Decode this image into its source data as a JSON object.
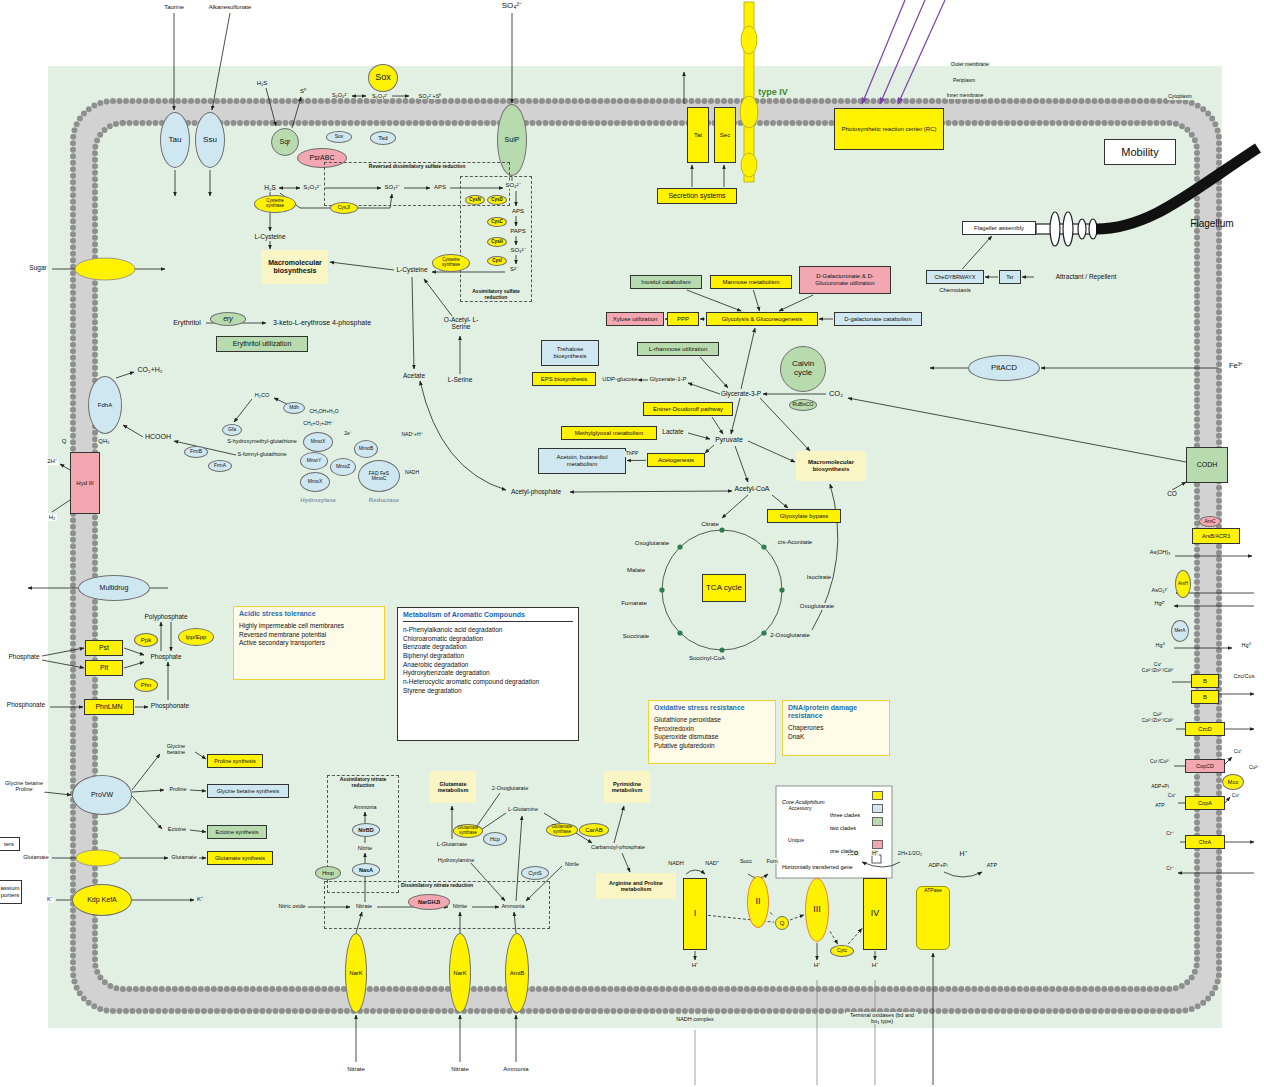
{
  "diagram": {
    "nodes": [
      {
        "text": [
          "Tau"
        ]
      },
      {
        "text": [
          "Ssu"
        ]
      },
      {
        "text": [
          "Sqr"
        ]
      },
      {
        "text": [
          "Sox"
        ]
      },
      {
        "text": [
          "Sox"
        ]
      },
      {
        "text": [
          "Tsd"
        ]
      },
      {
        "text": [
          "SulP"
        ]
      },
      {
        "text": [
          "Tat"
        ]
      },
      {
        "text": [
          "Sec"
        ]
      },
      {
        "text": [
          "Photosynthetic reaction center (RC)"
        ]
      },
      {
        "text": [
          "Secretion systems"
        ]
      },
      {
        "text": [
          "PsrABC"
        ]
      },
      {
        "text": [
          "Reversed dissimilatory sulfate reduction"
        ]
      },
      {
        "text": [
          "Cysteine synthase"
        ]
      },
      {
        "text": [
          "CysJI"
        ]
      },
      {
        "text": [
          "Assimilatory sulfate reduction"
        ]
      },
      {
        "text": [
          "CysN"
        ],
        "in": 15
      },
      {
        "text": [
          "CysD"
        ],
        "in": 15
      },
      {
        "text": [
          "CysC"
        ],
        "in": 15
      },
      {
        "text": [
          "CysH"
        ],
        "in": 15
      },
      {
        "text": [
          "CysI"
        ],
        "in": 15
      },
      {
        "text": [
          "Macromolecular biosynthesis"
        ]
      },
      {
        "text": [
          "Cysteine synthase"
        ]
      },
      {
        "text": [
          "ery"
        ]
      },
      {
        "text": [
          "Erythritol utilization"
        ]
      },
      {
        "text": [
          "FdhA"
        ]
      },
      {
        "text": [
          "Hyd III"
        ]
      },
      {
        "text": [
          "Mdh"
        ]
      },
      {
        "text": [
          "Gfa"
        ]
      },
      {
        "text": [
          "FrmB"
        ]
      },
      {
        "text": [
          "FrmA"
        ]
      },
      {
        "text": [
          "MmoX"
        ]
      },
      {
        "text": [
          "MmoY"
        ]
      },
      {
        "text": [
          "MmoX"
        ]
      },
      {
        "text": [
          "MmoB"
        ]
      },
      {
        "text": [
          "MmoZ"
        ]
      },
      {
        "text": [
          "FAD FeS MmoC"
        ]
      },
      {
        "text": [
          "Multidrug"
        ]
      },
      {
        "text": [
          "Pst"
        ]
      },
      {
        "text": [
          "Pit"
        ]
      },
      {
        "text": [
          "Ppk"
        ]
      },
      {
        "text": [
          "Ipp/Epp"
        ]
      },
      {
        "text": [
          "Phn"
        ]
      },
      {
        "text": [
          "PhnLMN"
        ]
      },
      {
        "text": [
          "Acidic stress tolerance",
          "Highly impermeable cell membranes",
          "Reversed membrane potential",
          "Active secondary transporters"
        ]
      },
      {
        "text": [
          "Metabolism of Aromatic Compounds",
          "n-Phenylalkanoic acid degradation",
          "Chloroaromatic degradation",
          "Benzoate degradation",
          "Biphenyl degradation",
          "Anaerobic degradation",
          "Hydroxybenzoate degradation",
          "n-Heterocyclic aromatic compound degradation",
          "Styrene degradation"
        ]
      },
      {
        "text": [
          "ProVW"
        ]
      },
      {
        "text": [
          "Proline synthesis"
        ]
      },
      {
        "text": [
          "Glycine betaine synthesis"
        ]
      },
      {
        "text": [
          "Ectoine synthesis"
        ]
      },
      {
        "text": [
          "Glutamate synthesis"
        ]
      },
      {
        "text": [
          "ters"
        ]
      },
      {
        "text": [
          "Kdp KefA"
        ]
      },
      {
        "text": [
          "assium porters"
        ]
      },
      {
        "text": [
          "Assimilatory nitrate reduction"
        ]
      },
      {
        "text": [
          "NirBD"
        ],
        "in": 54
      },
      {
        "text": [
          "NasA"
        ],
        "in": 54
      },
      {
        "text": [
          "Dissimilatory nitrate reduction"
        ]
      },
      {
        "text": [
          "Hmp"
        ]
      },
      {
        "text": [
          "NarGHJI"
        ],
        "in": 57
      },
      {
        "text": [
          "Hcp"
        ]
      },
      {
        "text": [
          "CynS"
        ]
      },
      {
        "text": [
          "NarK"
        ]
      },
      {
        "text": [
          "NarK"
        ]
      },
      {
        "text": [
          "AmtB"
        ]
      },
      {
        "text": [
          "Glutamate metabolism"
        ]
      },
      {
        "text": [
          "Glutamate synthase"
        ]
      },
      {
        "text": [
          "Glutamate synthase"
        ]
      },
      {
        "text": [
          "CarAB"
        ]
      },
      {
        "text": [
          "Pyrimidine metabolism"
        ]
      },
      {
        "text": [
          "Arginine and Proline metabolism"
        ]
      },
      {
        "text": [
          "Inositol catabolism"
        ]
      },
      {
        "text": [
          "Mannose metabolism"
        ]
      },
      {
        "text": [
          "D-Galacturonate & D-Glucuronate utilization"
        ]
      },
      {
        "text": [
          "Xylose utilization"
        ]
      },
      {
        "text": [
          "PPP"
        ]
      },
      {
        "text": [
          "Glycolysis & Gluconeogenesis"
        ]
      },
      {
        "text": [
          "D-galactonate catabolism"
        ]
      },
      {
        "text": [
          "Trehalose biosynthesis"
        ]
      },
      {
        "text": [
          "L-rhamnose utilization"
        ]
      },
      {
        "text": [
          "Calvin cycle"
        ]
      },
      {
        "text": [
          "EPS biosynthesis"
        ]
      },
      {
        "text": [
          "RuBisCO"
        ]
      },
      {
        "text": [
          "Entner-Doudoroff pathway"
        ]
      },
      {
        "text": [
          "Methylglyoxal metabolism"
        ]
      },
      {
        "text": [
          "Acetoin, butanediol metabolism"
        ]
      },
      {
        "text": [
          "Acetogenesis"
        ]
      },
      {
        "text": [
          "Macromolecular biosynthesis"
        ]
      },
      {
        "text": [
          "Glyoxylate bypass"
        ]
      },
      {
        "text": [
          "TCA cycle"
        ]
      },
      {
        "text": [
          "Mobility"
        ]
      },
      {
        "text": [
          "Flageller assembly"
        ]
      },
      {
        "text": [
          "CheDYBRWAYX"
        ]
      },
      {
        "text": [
          "Tsr"
        ]
      },
      {
        "text": [
          "PitACD"
        ]
      },
      {
        "text": [
          "CODH"
        ]
      },
      {
        "text": [
          "ArsC"
        ]
      },
      {
        "text": [
          "ArsB/ACR3"
        ]
      },
      {
        "text": [
          "ArsH"
        ]
      },
      {
        "text": [
          "MerA"
        ]
      },
      {
        "text": [
          "B"
        ]
      },
      {
        "text": [
          "B"
        ]
      },
      {
        "text": [
          "CzcD"
        ]
      },
      {
        "text": [
          "CopCD"
        ]
      },
      {
        "text": [
          "Mco"
        ]
      },
      {
        "text": [
          "CopA"
        ]
      },
      {
        "text": [
          "ChrA"
        ]
      },
      {
        "text": [
          "I"
        ]
      },
      {
        "text": [
          "II"
        ]
      },
      {
        "text": [
          "Q"
        ]
      },
      {
        "text": [
          "III"
        ]
      },
      {
        "text": [
          "IV"
        ]
      },
      {
        "text": [
          "Cytc"
        ]
      },
      {
        "text": [
          "ATPase"
        ]
      },
      {
        "text": [
          "Oxidative stress resistance",
          "Glutathione peroxidase",
          "Peroxiredoxin",
          "Superoxide dismutase",
          "Putative glutaredoxin"
        ]
      },
      {
        "text": [
          "DNA/protein damage resistance",
          "Chaperones",
          "DnaK"
        ]
      }
    ],
    "edges": [
      {
        "from": 75,
        "to": 74,
        "arrow": "to"
      },
      {
        "from": 76,
        "to": 75,
        "arrow": "to"
      },
      {
        "from": 77,
        "to": 76,
        "arrow": "to"
      },
      {
        "from": 71,
        "to": 76,
        "arrow": "to"
      },
      {
        "from": 72,
        "to": 76,
        "arrow": "to"
      },
      {
        "from": 73,
        "to": 76,
        "arrow": "to"
      },
      {
        "from": 86,
        "to": 85,
        "arrow": "to"
      },
      {
        "from": 93,
        "to": 92,
        "arrow": "to"
      },
      {
        "from": 92,
        "to": 91,
        "arrow": "to"
      },
      {
        "from": 107,
        "to": 109,
        "arrow": "none"
      },
      {
        "from": 108,
        "to": 109,
        "arrow": "none"
      },
      {
        "from": 109,
        "to": 110,
        "arrow": "to"
      },
      {
        "from": 110,
        "to": 112,
        "arrow": "to"
      },
      {
        "from": 112,
        "to": 111,
        "arrow": "to"
      }
    ],
    "labels": [
      "Taurine",
      "Alkanesulfonate",
      "SO₄²⁻",
      "Outer membrane",
      "Periplasm",
      "Inner membrane",
      "Cytoplasm",
      "type IV",
      "H₂S",
      "S⁰",
      "S₄O₆²⁻",
      "S₂O₃²⁻",
      "SO₄²⁻+S⁰",
      "H₂S",
      "S₂O₃²⁻",
      "SO₃²⁻",
      "APS",
      "SO₄²⁻",
      "APS",
      "PAPS",
      "SO₃²⁻",
      "S²⁻",
      "L-Cysteine",
      "L-Cysteine",
      "O-Acetyl- L-Serine",
      "L-Serine",
      "Acetate",
      "Erythritol",
      "3-keto-L-erythrose 4-phosphate",
      "CO₂+H₂",
      "HCOOH",
      "2H⁺",
      "Q",
      "QH₂",
      "H₂",
      "H₂CO",
      "S-hydroxymethyl-glutathione",
      "CH₃OH+H₂O",
      "CH₄+O₂+2H⁺",
      "2e⁻",
      "NAD⁺+H⁺",
      "NADH",
      "S-formyl-glutathione",
      "Hydroxylase",
      "Reductase",
      "Polyphosphate",
      "Phosphate",
      "Phosphate",
      "Phosphonate",
      "Phosphonate",
      "Glycine betaine",
      "Proline",
      "Ectoine",
      "Glutamate",
      "Glutamate",
      "Glycine betaine Proline",
      "K⁺",
      "K⁺",
      "Ammonia",
      "Nitrite",
      "Nitric oxide",
      "Nitrate",
      "Nitrite",
      "Ammonia",
      "Hydroxylamine",
      "L-Glutamate",
      "L-Glutamine",
      "2-Oxoglutarate",
      "Carbamoyl-phosphate",
      "Nitrile",
      "Nitrate",
      "Nitrate",
      "Ammonia",
      "Sugar",
      "Glycerate-3-P",
      "CO₂",
      "Glycerate-1-P",
      "UDP-glucose",
      "Pyruvate",
      "Lactate",
      "Acetyl-CoA",
      "ThPP",
      "Acetyl-phosphate",
      "CO",
      "Fe³⁺",
      "Attractant / Repellent",
      "Chemotaxis",
      "Flagellum",
      "Citrate",
      "cis-Aconitate",
      "Isocitrate",
      "Oxoglutarate",
      "2-Oxoglutarate",
      "Succinyl-CoA",
      "Succinate",
      "Fumarate",
      "Malate",
      "Oxoglutarate",
      "As(OH)₃",
      "AsO₄³⁻",
      "Hg²⁺",
      "Hg⁰",
      "Hg⁰",
      "Cu⁺ Co²⁺/Zn²⁺/Cd²⁺",
      "Czc/Cus",
      "Cu²⁺ Co²⁺/Zn²⁺/Cd²⁺",
      "Cu⁺/Cu²⁺",
      "Cu⁺",
      "Cu⁺",
      "Cu²⁺",
      "ADP+Pi",
      "Cu⁺",
      "ATP",
      "Cr⁺",
      "Cr⁺",
      "NADH",
      "NAD⁺",
      "Succ",
      "Fum",
      "H₂O",
      "H⁺",
      "2H+1/2O₂",
      "ADP+Pᵢ",
      "H⁺",
      "ATP",
      "H⁺",
      "NADH complex",
      "H⁺",
      "H⁺",
      "Terminal oxidases (bd and bo₃ type)",
      "Accessory",
      "Unique"
    ],
    "legend": [
      {
        "text": "Core Acidiphilium",
        "color": "#fff200"
      },
      {
        "text": "three clades",
        "color": "#cfe7f1"
      },
      {
        "text": "two clades",
        "color": "#b7dbae"
      },
      {
        "text": "one clade",
        "color": "#f3a7b1"
      },
      {
        "text": "Horizontally transferred gene"
      }
    ]
  }
}
